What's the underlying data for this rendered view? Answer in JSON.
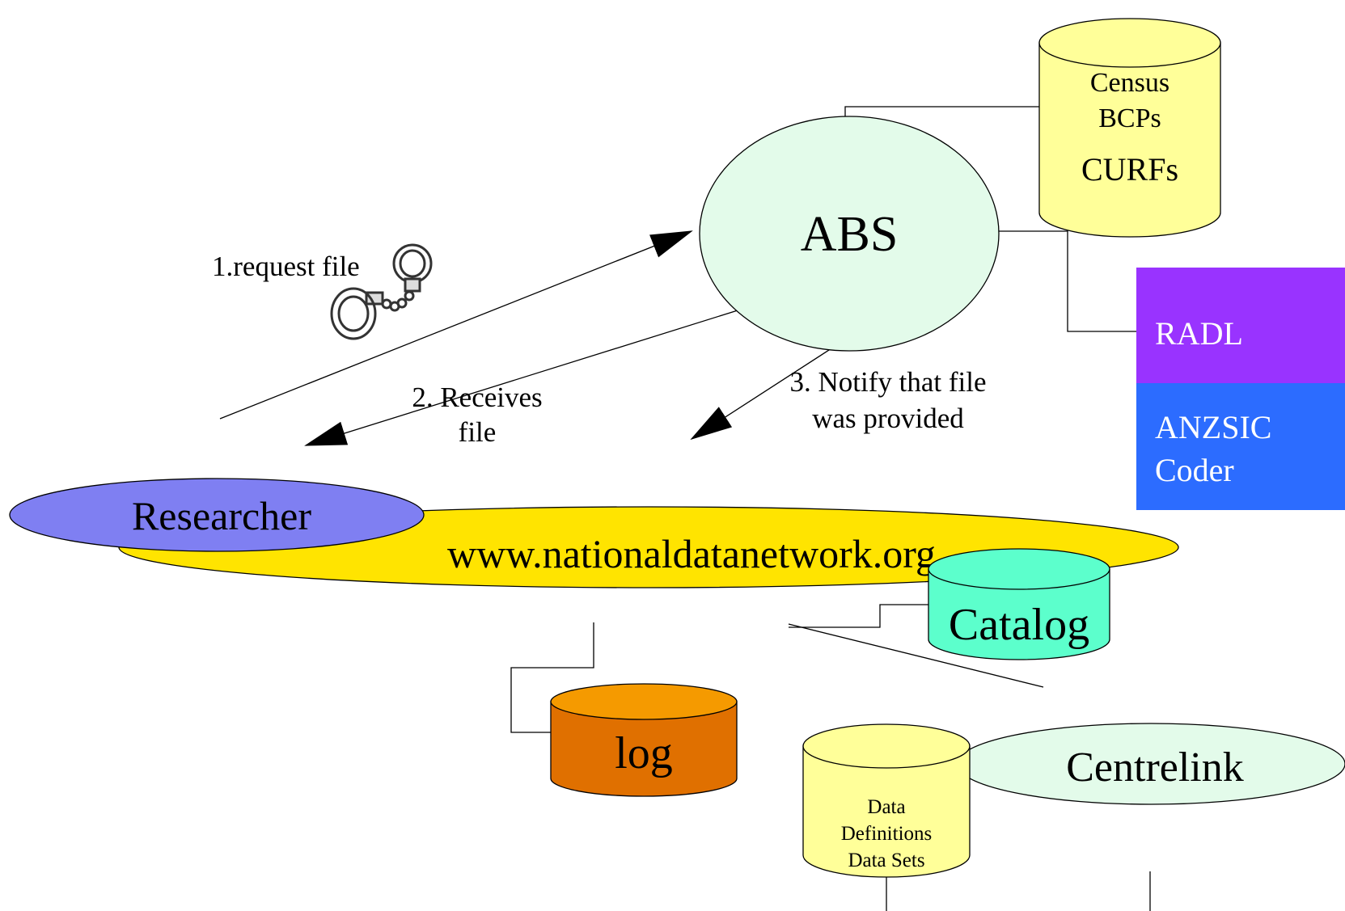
{
  "labels": {
    "census": "Census",
    "bcps": "BCPs",
    "curfs": "CURFs",
    "abs": "ABS",
    "radl": "RADL",
    "anzsic_line1": "ANZSIC",
    "anzsic_line2": "Coder",
    "request_file": "1.request file",
    "receives_line1": "2. Receives",
    "receives_line2": "file",
    "notify_line1": "3. Notify that file",
    "notify_line2": "was provided",
    "researcher": "Researcher",
    "website": "www.nationaldatanetwork.org",
    "catalog": "Catalog",
    "log": "log",
    "centrelink": "Centrelink",
    "data_line1": "Data",
    "data_line2": "Definitions",
    "data_line3": "Data Sets"
  },
  "colors": {
    "census_db": "#ffff99",
    "abs_node": "#e3fbea",
    "radl_box": "#9933ff",
    "anzsic_box": "#2c6cff",
    "website_ellipse": "#ffe400",
    "researcher_ellipse": "#7f7ff2",
    "catalog_db": "#5cffcc",
    "log_db": "#e07000",
    "centrelink_node": "#e3fbea",
    "data_defs_db": "#ffff99"
  }
}
